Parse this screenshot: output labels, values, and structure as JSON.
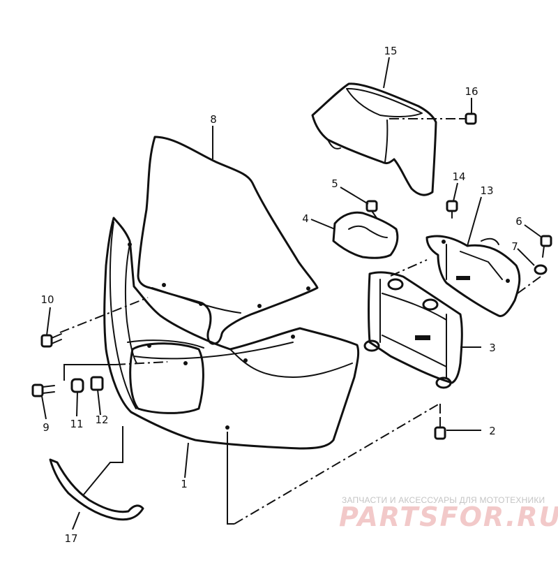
{
  "parts": [
    {
      "id": "part-1",
      "label": "1"
    },
    {
      "id": "part-2",
      "label": "2"
    },
    {
      "id": "part-3",
      "label": "3"
    },
    {
      "id": "part-4",
      "label": "4"
    },
    {
      "id": "part-5",
      "label": "5"
    },
    {
      "id": "part-6",
      "label": "6"
    },
    {
      "id": "part-7",
      "label": "7"
    },
    {
      "id": "part-8",
      "label": "8"
    },
    {
      "id": "part-9",
      "label": "9"
    },
    {
      "id": "part-10",
      "label": "10"
    },
    {
      "id": "part-11",
      "label": "11"
    },
    {
      "id": "part-12",
      "label": "12"
    },
    {
      "id": "part-13",
      "label": "13"
    },
    {
      "id": "part-14",
      "label": "14"
    },
    {
      "id": "part-15",
      "label": "15"
    },
    {
      "id": "part-16",
      "label": "16"
    },
    {
      "id": "part-17",
      "label": "17"
    }
  ],
  "watermark": {
    "tagline": "ЗАПЧАСТИ И АКСЕССУАРЫ ДЛЯ МОТОТЕХНИКИ",
    "logo": "PARTSFOR.RU",
    "colors": {
      "tagline": "#c4c4c4",
      "logo": "#f2c9c9"
    }
  }
}
